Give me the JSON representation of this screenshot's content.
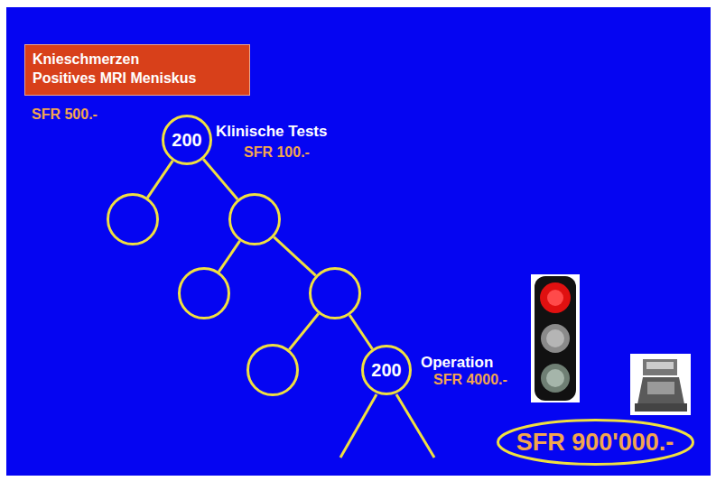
{
  "diagram": {
    "nodes": [
      {
        "text": [
          "Knieschmerzen",
          "Positives MRI Meniskus"
        ]
      },
      {
        "text": [
          "200"
        ]
      },
      {
        "text": []
      },
      {
        "text": []
      },
      {
        "text": []
      },
      {
        "text": []
      },
      {
        "text": []
      },
      {
        "text": [
          "200"
        ]
      },
      {
        "text": [
          "SFR 900'000.-"
        ]
      }
    ],
    "edges": [
      {
        "from": 1,
        "to": 2,
        "arrow": "none"
      },
      {
        "from": 1,
        "to": 3,
        "arrow": "none"
      },
      {
        "from": 3,
        "to": 4,
        "arrow": "none"
      },
      {
        "from": 3,
        "to": 5,
        "arrow": "none"
      },
      {
        "from": 5,
        "to": 6,
        "arrow": "none"
      },
      {
        "from": 5,
        "to": 7,
        "arrow": "none"
      }
    ],
    "labels": [
      "SFR 500.-",
      "Klinische Tests",
      "SFR 100.-",
      "Operation",
      "SFR 4000.-"
    ]
  }
}
